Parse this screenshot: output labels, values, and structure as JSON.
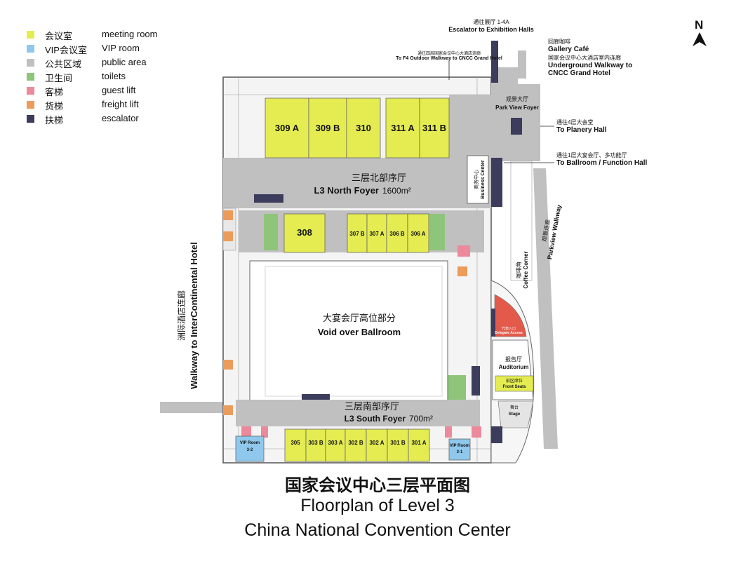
{
  "colors": {
    "meeting": "#e4ec52",
    "vip": "#8fc8ec",
    "public": "#c0c0c0",
    "toilet": "#8ec57a",
    "guest_lift": "#ec8a9c",
    "freight_lift": "#ec9c5a",
    "escalator": "#3c3c5c",
    "exit_red": "#e45a4a",
    "wall": "#555555"
  },
  "legend": [
    {
      "cn": "会议室",
      "en": "meeting room",
      "color_key": "meeting"
    },
    {
      "cn": "VIP会议室",
      "en": "VIP room",
      "color_key": "vip"
    },
    {
      "cn": "公共区域",
      "en": "public area",
      "color_key": "public"
    },
    {
      "cn": "卫生间",
      "en": "toilets",
      "color_key": "toilet"
    },
    {
      "cn": "客梯",
      "en": "guest lift",
      "color_key": "guest_lift"
    },
    {
      "cn": "货梯",
      "en": "freight lift",
      "color_key": "freight_lift"
    },
    {
      "cn": "扶梯",
      "en": "escalator",
      "color_key": "escalator"
    }
  ],
  "compass": {
    "letter": "N",
    "icon": "north-arrow-icon"
  },
  "rooms": {
    "r309a": "309 A",
    "r309b": "309 B",
    "r310": "310",
    "r311a": "311 A",
    "r311b": "311 B",
    "r308": "308",
    "r307b": "307 B",
    "r307a": "307 A",
    "r306b": "306 B",
    "r306a": "306 A",
    "r305": "305",
    "r303b": "303 B",
    "r303a": "303 A",
    "r302b": "302 B",
    "r302a": "302 A",
    "r301b": "301 B",
    "r301a": "301 A",
    "vip32_line1": "VIP Room",
    "vip32_line2": "3-2",
    "vip31_line1": "VIP Room",
    "vip31_line2": "3-1"
  },
  "areas": {
    "north_foyer_cn": "三层北部序厅",
    "north_foyer_en": "L3 North Foyer",
    "north_foyer_size": "1600m²",
    "south_foyer_cn": "三层南部序厅",
    "south_foyer_en": "L3 South Foyer",
    "south_foyer_size": "700m²",
    "void_cn": "大宴会厅高位部分",
    "void_en": "Void over Ballroom",
    "business_cn": "商务中心",
    "business_en": "Business Center",
    "park_view_cn": "观景大厅",
    "park_view_en": "Park View Foyer",
    "coffee_cn": "咖啡角",
    "coffee_en": "Coffee Corner",
    "delegate_cn": "代表入口",
    "delegate_en": "Delegate Access",
    "auditorium_cn": "报告厅",
    "auditorium_en": "Auditorium",
    "front_seats_cn": "前区席位",
    "front_seats_en": "Front Seats",
    "stage_cn": "舞台",
    "stage_en": "Stage",
    "parkview_walk_cn": "观景连廊",
    "parkview_walk_en": "Parkview Walkway",
    "intercontinental_cn": "洲际酒店连廊",
    "intercontinental_en": "Walkway to InterContinental Hotel"
  },
  "callouts": {
    "escalator_cn": "通往展厅 1-4A",
    "escalator_en": "Escalator to Exhibition Halls",
    "f4_cn": "通往四层国家会议中心大酒店连廊",
    "f4_en": "To F4 Outdoor Walkway to CNCC Grand Hotel",
    "gallery_cn": "回廊咖啡",
    "gallery_en": "Gallery Café",
    "underground_cn": "国家会议中心大酒店室内连廊",
    "underground_en1": "Underground Walkway to",
    "underground_en2": "CNCC Grand Hotel",
    "planery_cn": "通往4层大会堂",
    "planery_en": "To Planery Hall",
    "ballroom_cn": "通往1层大宴会厅、多功能厅",
    "ballroom_en": "To Ballroom / Function Hall"
  },
  "title": {
    "cn": "国家会议中心三层平面图",
    "en1": "Floorplan of Level 3",
    "en2": "China National Convention Center"
  }
}
